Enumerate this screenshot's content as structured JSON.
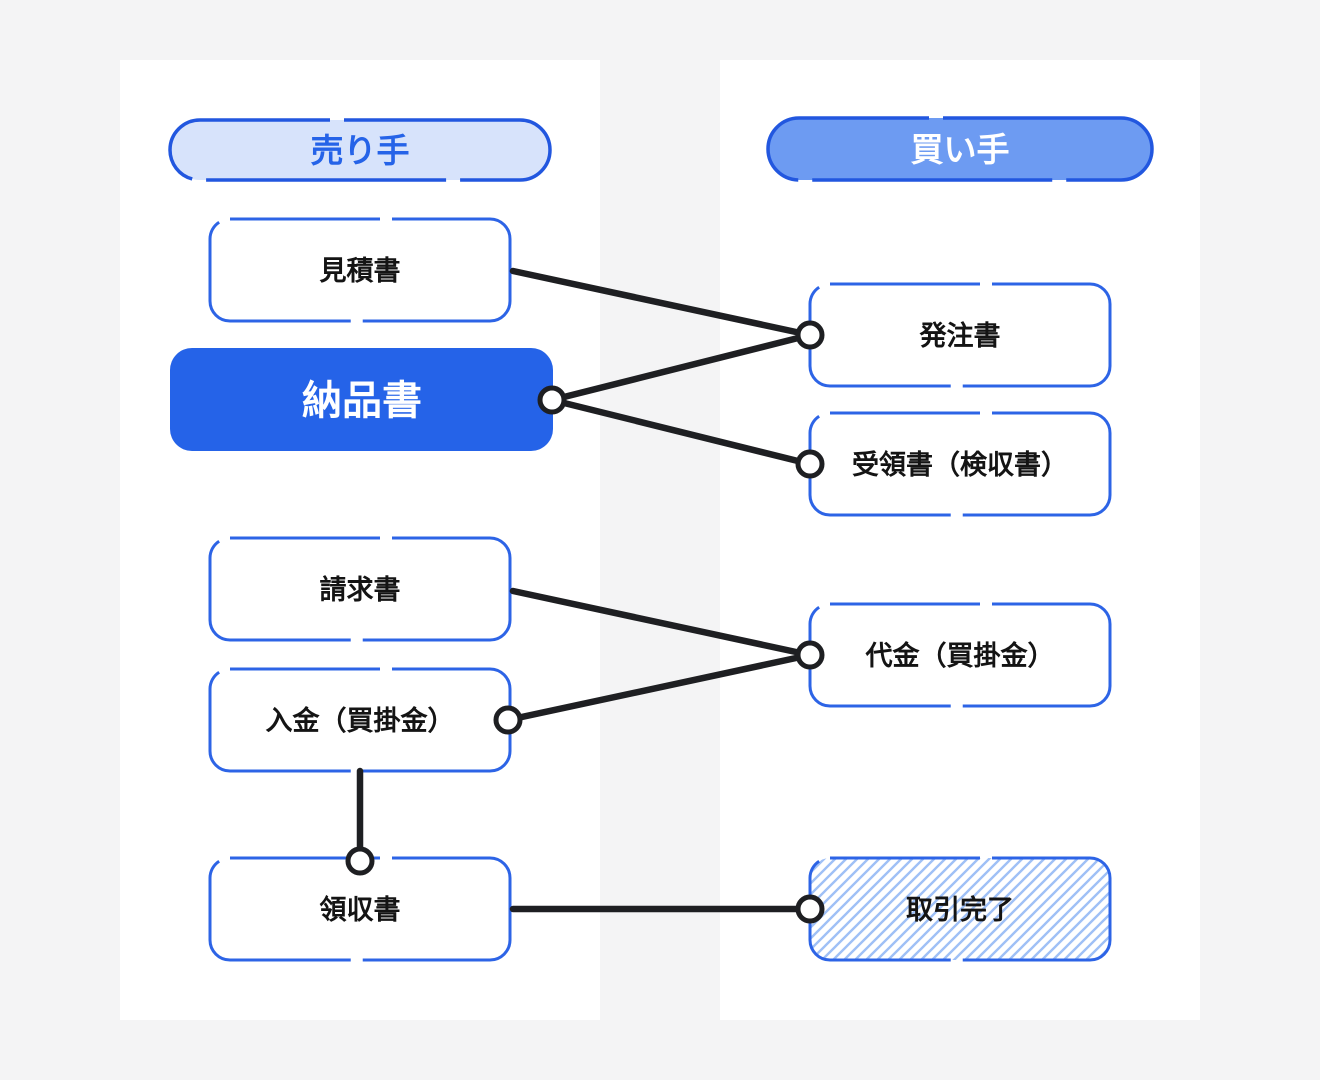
{
  "colors": {
    "page_background": "#f4f4f5",
    "panel_background": "#ffffff",
    "accent_blue": "#2563e8",
    "box_border_blue": "#2d64e6",
    "seller_pill_fill": "#d7e3fb",
    "buyer_pill_fill": "#6d9bf2",
    "hatch_stripe_blue": "#9fc0f6",
    "connector_black": "#1e1f22",
    "label_black": "#141414",
    "label_white": "#ffffff"
  },
  "seller": {
    "header": "売り手",
    "boxes": {
      "quotation": "見積書",
      "delivery_note": "納品書",
      "invoice": "請求書",
      "payment_received": "入金（買掛金）",
      "receipt": "領収書"
    }
  },
  "buyer": {
    "header": "買い手",
    "boxes": {
      "purchase_order": "発注書",
      "goods_receipt": "受領書（検収書）",
      "payment": "代金（買掛金）",
      "transaction_complete": "取引完了"
    }
  }
}
